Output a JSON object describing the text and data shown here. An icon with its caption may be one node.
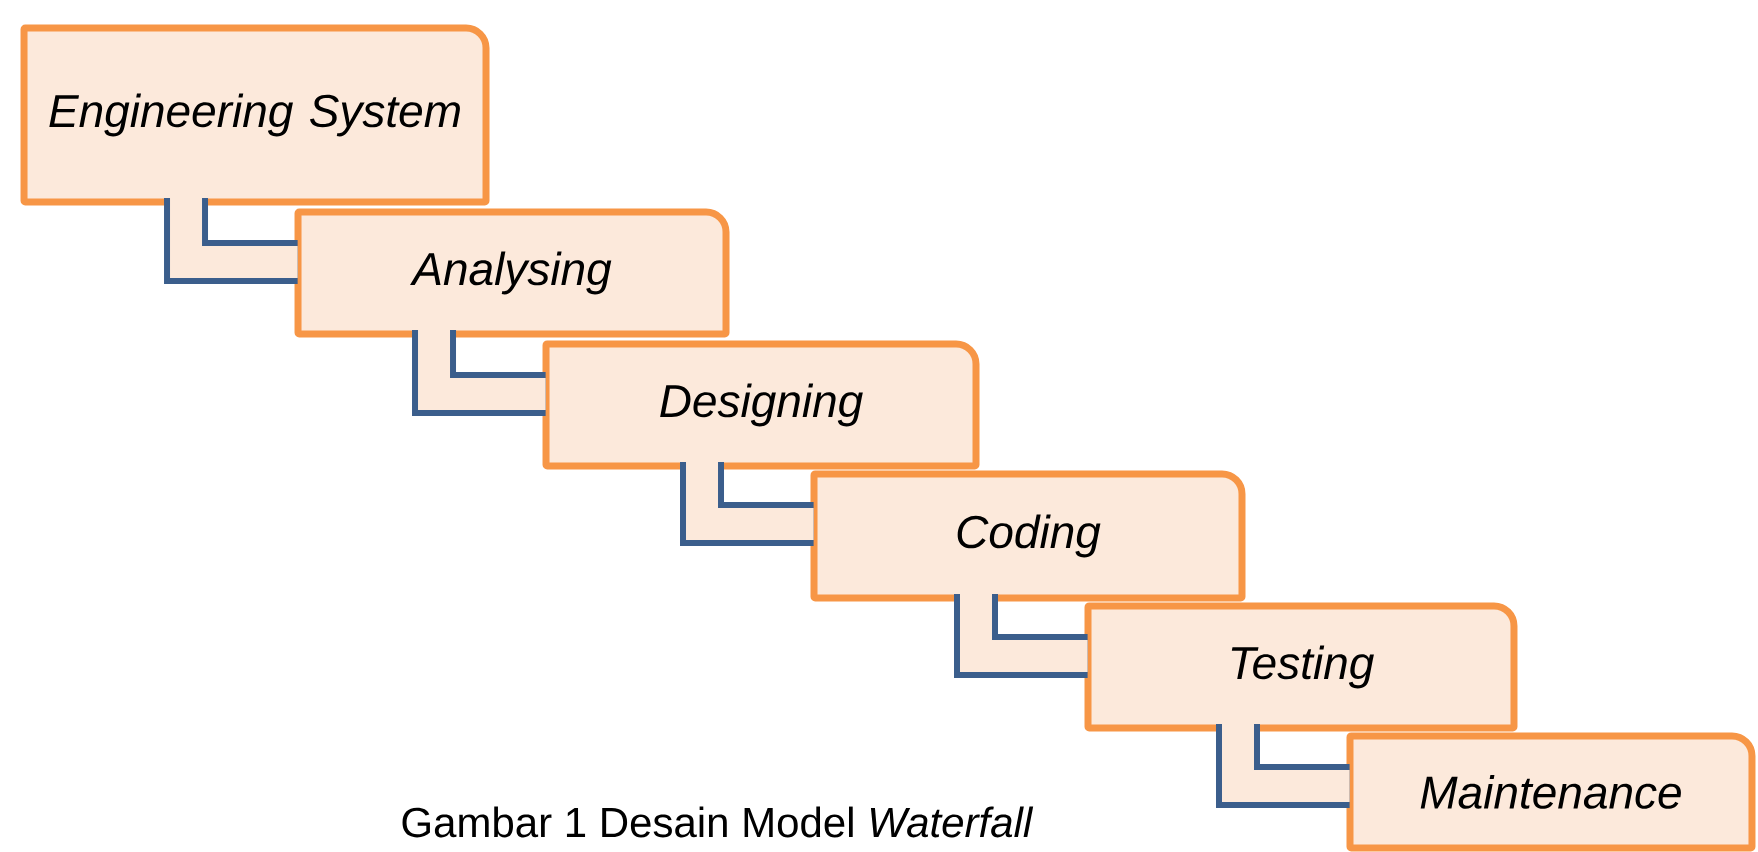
{
  "diagram": {
    "caption": "Gambar 1 Desain Model *Waterfall*",
    "nodes": [
      {
        "text": [
          "Engineering System"
        ]
      },
      {
        "text": [
          "Analysing"
        ]
      },
      {
        "text": [
          "Designing"
        ]
      },
      {
        "text": [
          "Coding"
        ]
      },
      {
        "text": [
          "Testing"
        ]
      },
      {
        "text": [
          "Maintenance"
        ]
      }
    ],
    "edges": [
      {
        "from": 0,
        "to": 1,
        "arrow": "none"
      },
      {
        "from": 1,
        "to": 2,
        "arrow": "none"
      },
      {
        "from": 2,
        "to": 3,
        "arrow": "none"
      },
      {
        "from": 3,
        "to": 4,
        "arrow": "none"
      },
      {
        "from": 4,
        "to": 5,
        "arrow": "none"
      }
    ]
  }
}
